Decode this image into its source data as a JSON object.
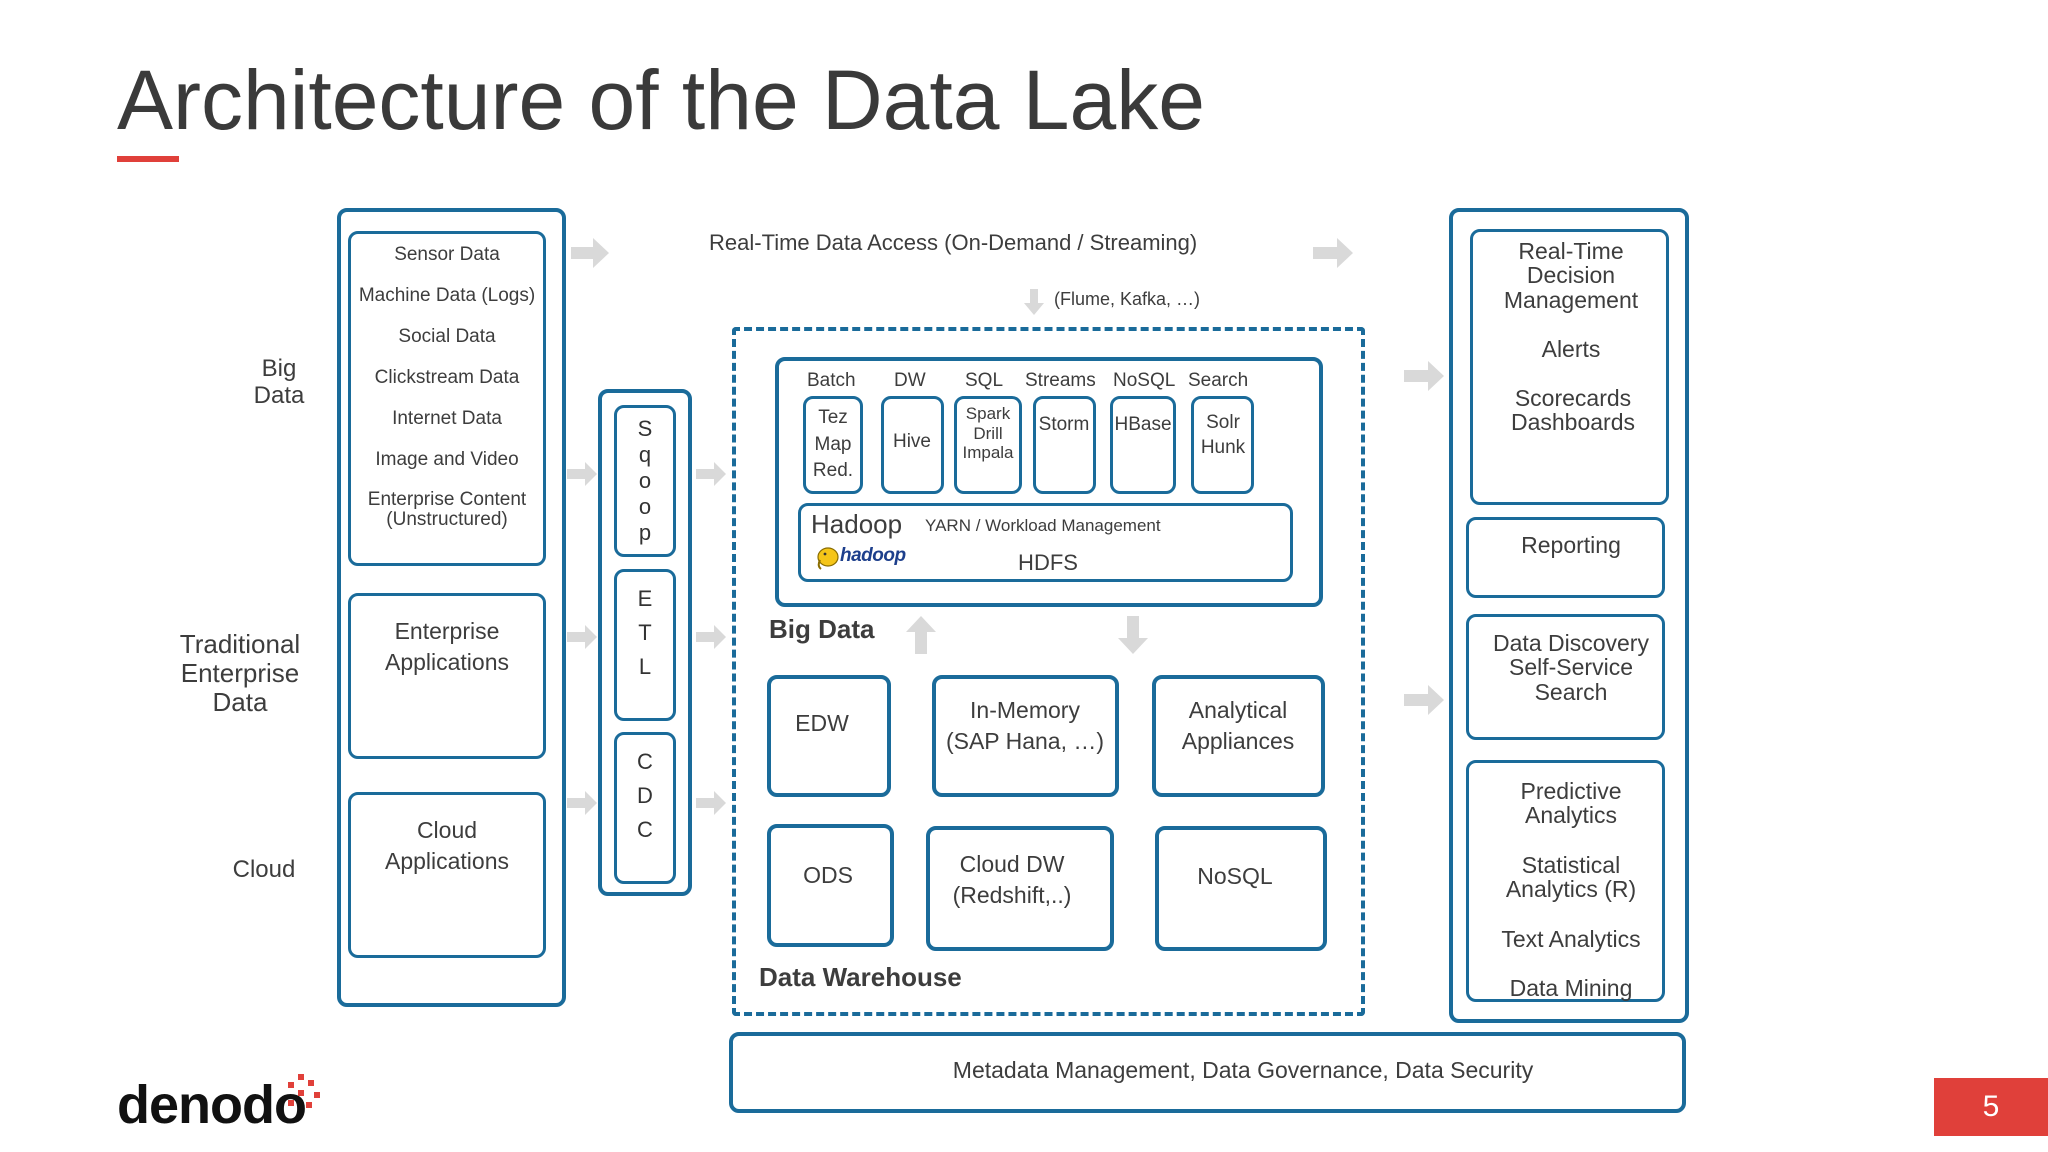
{
  "title": "Architecture of the Data Lake",
  "left_labels": {
    "big_data": "Big\nData",
    "traditional": "Traditional\nEnterprise\nData",
    "cloud": "Cloud"
  },
  "sources": {
    "big_data_items": [
      "Sensor Data",
      "Machine Data (Logs)",
      "Social Data",
      "Clickstream Data",
      "Internet Data",
      "Image and Video",
      "Enterprise Content\n(Unstructured)"
    ],
    "enterprise_apps": "Enterprise\nApplications",
    "cloud_apps": "Cloud\nApplications"
  },
  "ingest": {
    "sqoop": [
      "S",
      "q",
      "o",
      "o",
      "p"
    ],
    "etl": [
      "E",
      "T",
      "L"
    ],
    "cdc": [
      "C",
      "D",
      "C"
    ]
  },
  "realtime": {
    "label": "Real-Time Data Access (On-Demand / Streaming)",
    "tools": "(Flume, Kafka, …)"
  },
  "big_data": {
    "section_label": "Big Data",
    "categories": [
      "Batch",
      "DW",
      "SQL",
      "Streams",
      "NoSQL",
      "Search"
    ],
    "engines": [
      "Tez\nMap\nRed.",
      "Hive",
      "Spark\nDrill\nImpala",
      "Storm",
      "HBase",
      "Solr\nHunk"
    ],
    "hadoop_label": "Hadoop",
    "hadoop_logo_text": "hadoop",
    "yarn": "YARN / Workload Management",
    "hdfs": "HDFS"
  },
  "warehouse": {
    "section_label": "Data Warehouse",
    "edw": "EDW",
    "in_memory": "In-Memory\n(SAP Hana, …)",
    "analytical": "Analytical\nAppliances",
    "ods": "ODS",
    "cloud_dw": "Cloud DW\n(Redshift,..)",
    "nosql": "NoSQL"
  },
  "consumers": {
    "realtime_group": [
      "Real-Time\nDecision\nManagement",
      "Alerts",
      "Scorecards\nDashboards"
    ],
    "reporting": "Reporting",
    "discovery": "Data Discovery\nSelf-Service\nSearch",
    "analytics_group": [
      "Predictive\nAnalytics",
      "Statistical\nAnalytics (R)",
      "Text Analytics",
      "Data Mining"
    ]
  },
  "metadata_bar": "Metadata Management, Data Governance, Data Security",
  "brand": "denodo",
  "page_number": "5",
  "colors": {
    "box_border": "#1a6b9a",
    "accent": "#e0403a",
    "arrow": "#d9d9d9"
  }
}
